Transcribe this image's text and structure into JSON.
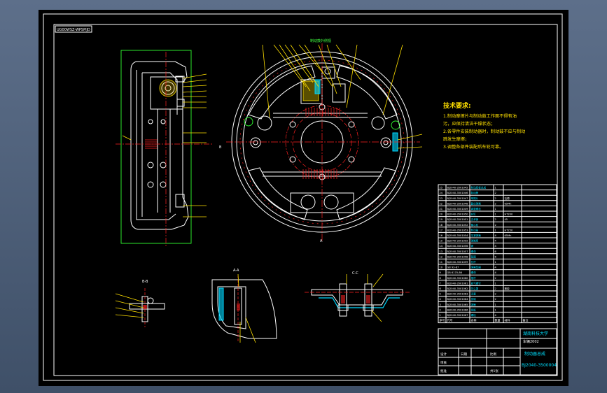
{
  "drawing": {
    "frame_stamp": "UG00WSZ-WPSPIJD",
    "view_label_top": "制动鼓外侧视",
    "section_labels": [
      "B-B",
      "A-A",
      "C-C"
    ],
    "tech_title": "技术要求:",
    "tech_lines": [
      "1.制动摩擦片与制动鼓工作面不得有油",
      "  污，应保持清洁干燥状态；",
      "2.各零件安装制动器时，制动鼓不应与制动",
      "  蹄发生摩擦；",
      "3.调整各部件装配后车轮可靠。"
    ]
  },
  "title_block": {
    "school": "湖南科技大学",
    "project": "车辆2002",
    "drawing_name": "制动器总成",
    "drawing_code": "BJ2040-3500004",
    "scale_label": "比例",
    "sheet_label": "共1张",
    "designer_label": "设计",
    "checker_label": "审核",
    "approver_label": "批准",
    "date_label": "日期"
  },
  "bom_header": [
    "序号",
    "代号",
    "名称",
    "数量",
    "材料",
    "备注"
  ],
  "bom_rows": [
    [
      "25",
      "BJ2040-3501045",
      "制动底板总成",
      "1",
      "",
      ""
    ],
    [
      "24",
      "BJ2040-3501046",
      "制动蹄",
      "2",
      "",
      ""
    ],
    [
      "23",
      "BJ2040-3501047",
      "摩擦片",
      "2",
      "石棉",
      ""
    ],
    [
      "22",
      "BJ2040-3501048",
      "复位弹簧",
      "2",
      "65Mn",
      ""
    ],
    [
      "21",
      "BJ2040-3501049",
      "调整螺栓",
      "1",
      "",
      ""
    ],
    [
      "20",
      "BJ2040-3501050",
      "轮缸",
      "1",
      "HT200",
      ""
    ],
    [
      "19",
      "BJ2040-3501051",
      "支承销",
      "2",
      "45",
      ""
    ],
    [
      "18",
      "BJ2040-3501052",
      "偏心轮",
      "2",
      "",
      ""
    ],
    [
      "17",
      "BJ2040-3501053",
      "制动鼓",
      "1",
      "HT250",
      ""
    ],
    [
      "16",
      "BJ2040-3501054",
      "压紧弹簧",
      "4",
      "65Mn",
      ""
    ],
    [
      "15",
      "BJ2040-3501055",
      "弹簧座",
      "4",
      "",
      ""
    ],
    [
      "14",
      "BJ2040-3501056",
      "销",
      "4",
      "",
      ""
    ],
    [
      "13",
      "BJ2040-3501057",
      "螺母",
      "6",
      "",
      ""
    ],
    [
      "12",
      "BJ2040-3501058",
      "垫圈",
      "6",
      "",
      ""
    ],
    [
      "11",
      "BJ2040-3501059",
      "拉杆",
      "1",
      "",
      ""
    ],
    [
      "10",
      "GB 93-87",
      "弹簧垫圈",
      "4",
      "",
      ""
    ],
    [
      "9",
      "GB 6170-86",
      "螺母",
      "4",
      "",
      ""
    ],
    [
      "8",
      "BJ2040-3501060",
      "推杆",
      "2",
      "",
      ""
    ],
    [
      "7",
      "BJ2040-3501061",
      "放气螺钉",
      "1",
      "",
      ""
    ],
    [
      "6",
      "BJ2040-3501062",
      "防尘罩",
      "2",
      "橡胶",
      ""
    ],
    [
      "5",
      "BJ2040-3501063",
      "活塞",
      "2",
      "",
      ""
    ],
    [
      "4",
      "BJ2040-3501064",
      "皮碗",
      "2",
      "",
      ""
    ],
    [
      "3",
      "BJ2040-3501065",
      "弹簧",
      "1",
      "",
      ""
    ],
    [
      "2",
      "BJ2040-3501066",
      "挡板",
      "1",
      "",
      ""
    ],
    [
      "1",
      "BJ2040-3501067",
      "螺栓",
      "4",
      "",
      ""
    ]
  ]
}
